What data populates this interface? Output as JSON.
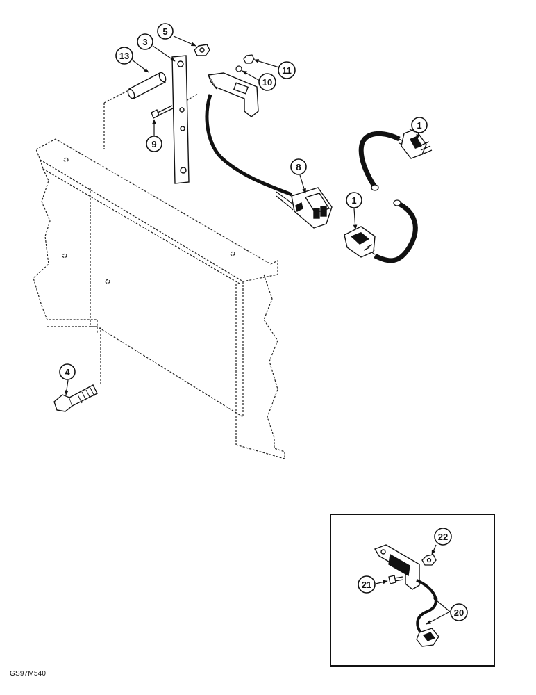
{
  "figure": {
    "code": "GS97M540",
    "callouts": {
      "c1a": "1",
      "c1b": "1",
      "c3": "3",
      "c4": "4",
      "c5": "5",
      "c8": "8",
      "c9": "9",
      "c10": "10",
      "c11": "11",
      "c13": "13",
      "c20": "20",
      "c21": "21",
      "c22": "22"
    }
  }
}
